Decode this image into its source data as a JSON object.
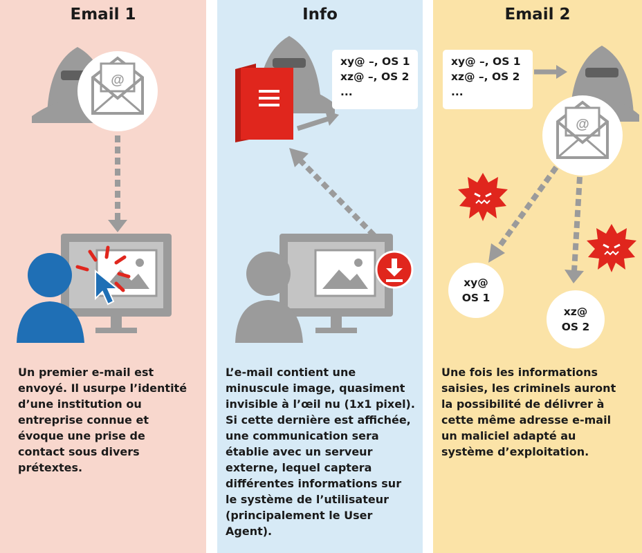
{
  "panels": [
    {
      "title": "Email 1",
      "description_lines": [
        "Un premier e-mail est",
        "envoyé. Il usurpe l’identité",
        "d’une institution ou",
        "entreprise connue et",
        "évoque une prise de",
        "contact sous divers",
        "prétextes."
      ]
    },
    {
      "title": "Info",
      "info_box": [
        "xy@ –, OS 1",
        "xz@ –, OS 2",
        "..."
      ],
      "description_lines": [
        "L’e-mail contient une",
        "minuscule image, quasiment",
        "invisible à l’œil nu (1x1 pixel).",
        "Si cette dernière est affichée,",
        "une communication sera",
        "établie avec un serveur",
        "externe, lequel captera",
        "différentes informations sur",
        "le système de l’utilisateur",
        "(principalement le User",
        "Agent)."
      ]
    },
    {
      "title": "Email 2",
      "info_box": [
        "xy@ –, OS 1",
        "xz@ –, OS 2",
        "..."
      ],
      "targets": [
        {
          "line1": "xy@",
          "line2": "OS 1"
        },
        {
          "line1": "xz@",
          "line2": "OS 2"
        }
      ],
      "description_lines": [
        "Une fois les informations",
        "saisies, les criminels auront",
        "la possibilité de délivrer à",
        "cette même adresse e-mail",
        "un maliciel adapté au",
        "système d’exploitation."
      ]
    }
  ],
  "icons": {
    "at_symbol": "@"
  },
  "colors": {
    "panel1_bg": "#f8d7cd",
    "panel2_bg": "#d7eaf6",
    "panel3_bg": "#fbe3a7",
    "gray_icon": "#9b9b9b",
    "victim_blue": "#1f6fb5",
    "alert_red": "#e0261d"
  }
}
